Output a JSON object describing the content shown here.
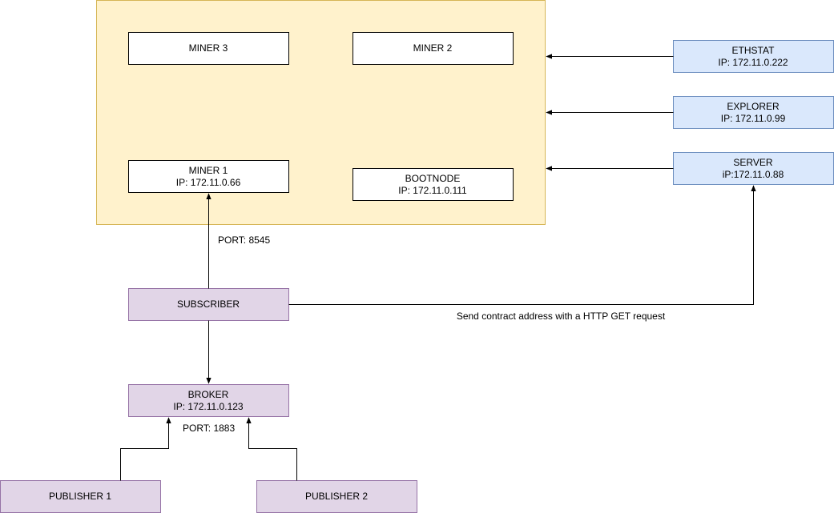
{
  "colors": {
    "cluster_fill": "#fff2cc",
    "cluster_stroke": "#d6b656",
    "white_fill": "#ffffff",
    "white_stroke": "#000000",
    "blue_fill": "#dae8fc",
    "blue_stroke": "#6c8ebf",
    "purple_fill": "#e1d5e7",
    "purple_stroke": "#9673a6",
    "edge": "#000000"
  },
  "nodes": {
    "miner3": {
      "line1": "MINER 3"
    },
    "miner2": {
      "line1": "MINER 2"
    },
    "miner1": {
      "line1": "MINER 1",
      "line2": "IP: 172.11.0.66"
    },
    "bootnode": {
      "line1": "BOOTNODE",
      "line2": "IP: 172.11.0.111"
    },
    "ethstat": {
      "line1": "ETHSTAT",
      "line2": "IP: 172.11.0.222"
    },
    "explorer": {
      "line1": "EXPLORER",
      "line2": "IP: 172.11.0.99"
    },
    "server": {
      "line1": "SERVER",
      "line2": "iP:172.11.0.88"
    },
    "subscriber": {
      "line1": "SUBSCRIBER"
    },
    "broker": {
      "line1": "BROKER",
      "line2": "IP: 172.11.0.123"
    },
    "publisher1": {
      "line1": "PUBLISHER 1"
    },
    "publisher2": {
      "line1": "PUBLISHER 2"
    }
  },
  "edge_labels": {
    "port_8545": "PORT: 8545",
    "http_get": "Send contract address with a HTTP GET request",
    "port_1883": "PORT: 1883"
  }
}
